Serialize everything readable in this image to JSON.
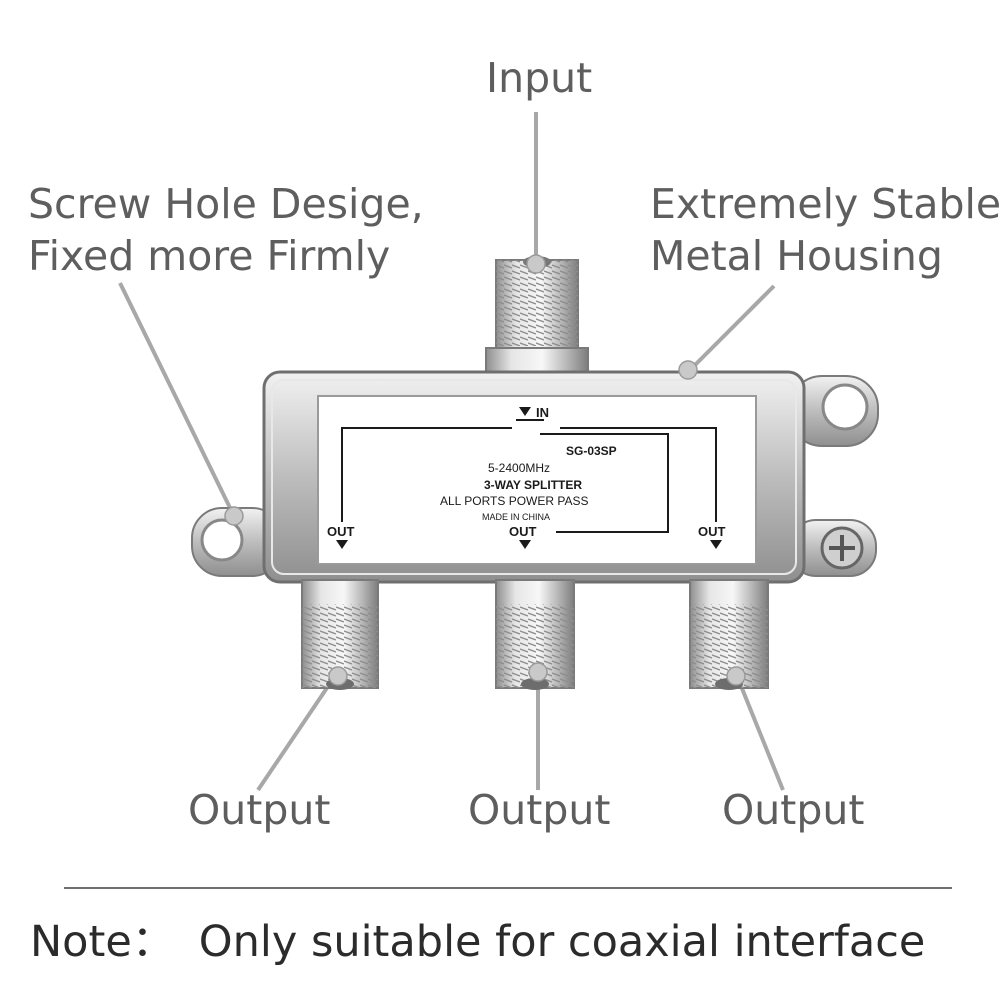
{
  "callouts": {
    "input": "Input",
    "screw_line1": "Screw Hole Desige,",
    "screw_line2": "Fixed more Firmly",
    "metal_line1": "Extremely Stable",
    "metal_line2": "Metal Housing",
    "output_left": "Output",
    "output_center": "Output",
    "output_right": "Output"
  },
  "plate": {
    "in_label": "IN",
    "model": "SG-03SP",
    "frequency": "5-2400MHz",
    "type": "3-WAY SPLITTER",
    "power": "ALL PORTS  POWER PASS",
    "origin": "MADE IN CHINA",
    "out_left": "OUT",
    "out_center": "OUT",
    "out_right": "OUT"
  },
  "note": {
    "label": "Note：",
    "text": "Only suitable for coaxial interface"
  },
  "colors": {
    "callout_text": "#5e5e5e",
    "leader_line": "#a8a8a8",
    "metal": "#c9c9c9"
  }
}
